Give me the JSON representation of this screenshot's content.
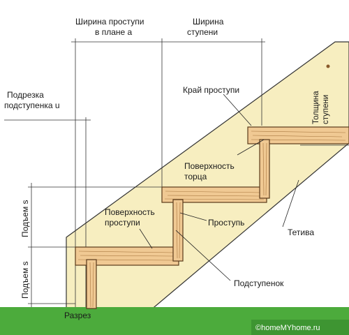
{
  "labels": {
    "tread_width_plan": [
      "Ширина проступи",
      "в плане a"
    ],
    "step_width": [
      "Ширина",
      "ступени"
    ],
    "riser_trim": [
      "Подрезка",
      "подступенка u"
    ],
    "tread_edge": "Край проступи",
    "step_thickness": [
      "Толщина",
      "ступени"
    ],
    "end_surface": [
      "Поверхность",
      "торца"
    ],
    "tread_surface": [
      "Поверхность",
      "проступи"
    ],
    "tread": "Проступь",
    "stringer": "Тетива",
    "riser": "Подступенок",
    "rise_upper": "Подъем s",
    "rise_lower": "Подъем s",
    "section": "Разрез"
  },
  "watermark": "©homeMYhome.ru",
  "colors": {
    "stringer_fill": "#f7eec0",
    "wood_fill": "#f0c993",
    "wood_stroke": "#5a3a1a",
    "ground": "#4cab3c",
    "outline": "#333333"
  }
}
